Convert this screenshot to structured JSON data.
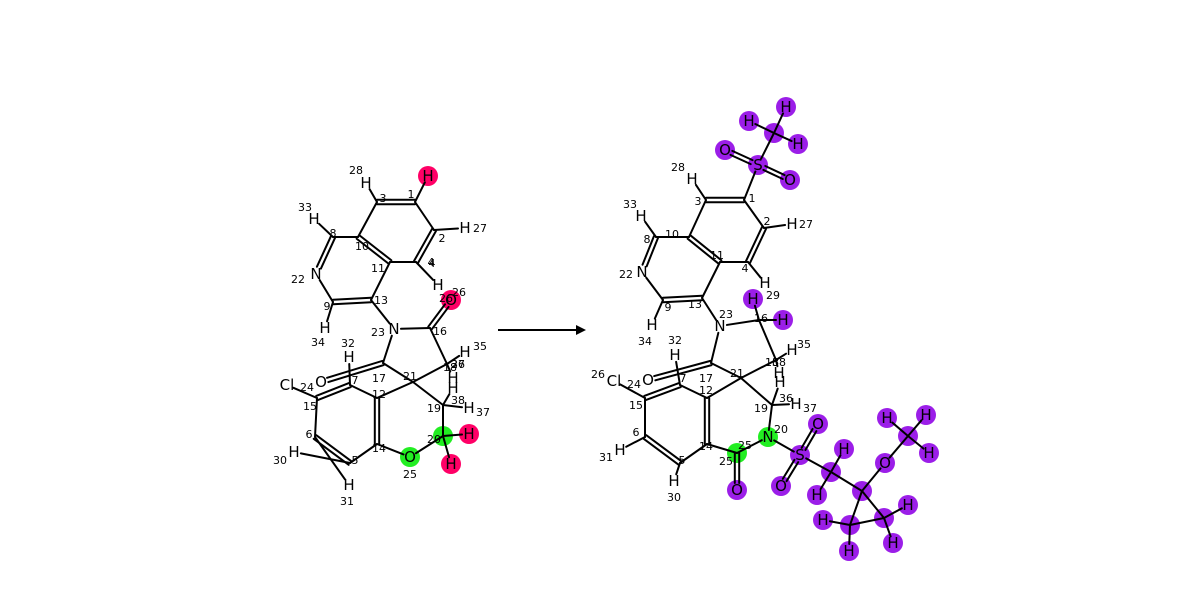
{
  "colors": {
    "removed": "#ff0066",
    "reaction_center": "#22ee22",
    "added": "#9b1ee8",
    "bond": "#000000",
    "background": "#ffffff"
  },
  "reactant": {
    "atoms": [
      {
        "id": "r1",
        "sym": "",
        "idx": "1",
        "hl": null
      },
      {
        "id": "r2",
        "sym": "",
        "idx": "2",
        "hl": null
      },
      {
        "id": "r3",
        "sym": "",
        "idx": "3",
        "hl": null
      },
      {
        "id": "r4",
        "sym": "",
        "idx": "4",
        "hl": null
      },
      {
        "id": "r5",
        "sym": "",
        "idx": "5",
        "hl": null
      },
      {
        "id": "r6",
        "sym": "",
        "idx": "6",
        "hl": null
      },
      {
        "id": "r7",
        "sym": "",
        "idx": "7",
        "hl": null
      },
      {
        "id": "r8",
        "sym": "",
        "idx": "8",
        "hl": null
      },
      {
        "id": "r9",
        "sym": "",
        "idx": "9",
        "hl": null
      },
      {
        "id": "r10",
        "sym": "",
        "idx": "10",
        "hl": null
      },
      {
        "id": "r11",
        "sym": "",
        "idx": "11",
        "hl": null
      },
      {
        "id": "r12",
        "sym": "",
        "idx": "12",
        "hl": null
      },
      {
        "id": "r13",
        "sym": "",
        "idx": "13",
        "hl": null
      },
      {
        "id": "r14",
        "sym": "",
        "idx": "14",
        "hl": null
      },
      {
        "id": "r15",
        "sym": "",
        "idx": "15",
        "hl": null
      },
      {
        "id": "r16",
        "sym": "",
        "idx": "16",
        "hl": null
      },
      {
        "id": "r17",
        "sym": "",
        "idx": "17",
        "hl": null
      },
      {
        "id": "r18",
        "sym": "",
        "idx": "18",
        "hl": null
      },
      {
        "id": "r19",
        "sym": "",
        "idx": "19",
        "hl": null
      },
      {
        "id": "r20",
        "sym": "",
        "idx": "20",
        "hl": "reaction_center"
      },
      {
        "id": "r21",
        "sym": "",
        "idx": "21",
        "hl": null
      },
      {
        "id": "r22",
        "sym": "N",
        "idx": "22",
        "hl": null
      },
      {
        "id": "r23",
        "sym": "N",
        "idx": "23",
        "hl": null
      },
      {
        "id": "r24",
        "sym": "Cl",
        "idx": "24",
        "hl": null
      },
      {
        "id": "r25",
        "sym": "O",
        "idx": "25",
        "hl": "reaction_center"
      },
      {
        "id": "r26",
        "sym": "O",
        "idx": "26",
        "hl": "removed"
      },
      {
        "id": "r27",
        "sym": "O",
        "idx": "",
        "hl": null
      },
      {
        "id": "r28",
        "sym": "H",
        "idx": "27",
        "hl": null
      },
      {
        "id": "r29",
        "sym": "H",
        "idx": "28",
        "hl": null
      },
      {
        "id": "r30",
        "sym": "H",
        "idx": "",
        "hl": "removed"
      },
      {
        "id": "r31",
        "sym": "H",
        "idx": "30",
        "hl": null
      },
      {
        "id": "r32",
        "sym": "H",
        "idx": "31",
        "hl": null
      },
      {
        "id": "r33",
        "sym": "H",
        "idx": "32",
        "hl": null
      },
      {
        "id": "r34",
        "sym": "H",
        "idx": "33",
        "hl": null
      },
      {
        "id": "r35",
        "sym": "H",
        "idx": "34",
        "hl": null
      },
      {
        "id": "r36",
        "sym": "H",
        "idx": "35",
        "hl": null
      },
      {
        "id": "r37",
        "sym": "H",
        "idx": "36",
        "hl": null
      },
      {
        "id": "r38",
        "sym": "H",
        "idx": "37",
        "hl": null
      },
      {
        "id": "r39",
        "sym": "H",
        "idx": "38",
        "hl": null
      },
      {
        "id": "r40",
        "sym": "H",
        "idx": "",
        "hl": "removed"
      },
      {
        "id": "r41",
        "sym": "H",
        "idx": "",
        "hl": "removed"
      },
      {
        "id": "r42",
        "sym": "H",
        "idx": "4",
        "hl": null
      }
    ],
    "extra_labels": [
      {
        "id": "rl26",
        "text": "26"
      },
      {
        "id": "rl27",
        "text": "27"
      }
    ]
  },
  "product": {
    "atoms": [
      {
        "id": "p1",
        "sym": "",
        "idx": "1",
        "hl": null
      },
      {
        "id": "p2",
        "sym": "",
        "idx": "2",
        "hl": null
      },
      {
        "id": "p3",
        "sym": "",
        "idx": "3",
        "hl": null
      },
      {
        "id": "p4",
        "sym": "",
        "idx": "4",
        "hl": null
      },
      {
        "id": "p5",
        "sym": "",
        "idx": "5",
        "hl": null
      },
      {
        "id": "p6",
        "sym": "",
        "idx": "6",
        "hl": null
      },
      {
        "id": "p7",
        "sym": "",
        "idx": "7",
        "hl": null
      },
      {
        "id": "p8",
        "sym": "",
        "idx": "8",
        "hl": null
      },
      {
        "id": "p9",
        "sym": "",
        "idx": "9",
        "hl": null
      },
      {
        "id": "p10",
        "sym": "",
        "idx": "10",
        "hl": null
      },
      {
        "id": "p11",
        "sym": "",
        "idx": "11",
        "hl": null
      },
      {
        "id": "p12",
        "sym": "",
        "idx": "12",
        "hl": null
      },
      {
        "id": "p13",
        "sym": "",
        "idx": "13",
        "hl": null
      },
      {
        "id": "p14",
        "sym": "",
        "idx": "14",
        "hl": null
      },
      {
        "id": "p15",
        "sym": "",
        "idx": "15",
        "hl": null
      },
      {
        "id": "p16",
        "sym": "",
        "idx": "16",
        "hl": null
      },
      {
        "id": "p17",
        "sym": "",
        "idx": "17",
        "hl": null
      },
      {
        "id": "p18",
        "sym": "",
        "idx": "18",
        "hl": null
      },
      {
        "id": "p19",
        "sym": "",
        "idx": "19",
        "hl": null
      },
      {
        "id": "p20",
        "sym": "N",
        "idx": "20",
        "hl": "reaction_center"
      },
      {
        "id": "p21",
        "sym": "",
        "idx": "21",
        "hl": null
      },
      {
        "id": "p22",
        "sym": "N",
        "idx": "22",
        "hl": null
      },
      {
        "id": "p23",
        "sym": "N",
        "idx": "23",
        "hl": null
      },
      {
        "id": "p24",
        "sym": "Cl",
        "idx": "24",
        "hl": null
      },
      {
        "id": "p25",
        "sym": "",
        "idx": "25",
        "hl": "reaction_center"
      },
      {
        "id": "p25o",
        "sym": "O",
        "idx": "",
        "hl": "added"
      },
      {
        "id": "p26",
        "sym": "O",
        "idx": "",
        "hl": null
      },
      {
        "id": "p27",
        "sym": "H",
        "idx": "27",
        "hl": null
      },
      {
        "id": "p28",
        "sym": "H",
        "idx": "28",
        "hl": null
      },
      {
        "id": "p29",
        "sym": "H",
        "idx": "29",
        "hl": "added"
      },
      {
        "id": "p30",
        "sym": "H",
        "idx": "30",
        "hl": null
      },
      {
        "id": "p31",
        "sym": "H",
        "idx": "31",
        "hl": null
      },
      {
        "id": "p32",
        "sym": "H",
        "idx": "32",
        "hl": null
      },
      {
        "id": "p33",
        "sym": "H",
        "idx": "33",
        "hl": null
      },
      {
        "id": "p34",
        "sym": "H",
        "idx": "34",
        "hl": null
      },
      {
        "id": "p35",
        "sym": "H",
        "idx": "35",
        "hl": null
      },
      {
        "id": "p36",
        "sym": "H",
        "idx": "36",
        "hl": null
      },
      {
        "id": "p37",
        "sym": "H",
        "idx": "37",
        "hl": null
      },
      {
        "id": "p38",
        "sym": "H",
        "idx": "38",
        "hl": null
      },
      {
        "id": "p4h",
        "sym": "H",
        "idx": "",
        "hl": null
      },
      {
        "id": "p16h",
        "sym": "H",
        "idx": "",
        "hl": "added"
      },
      {
        "id": "pS1",
        "sym": "S",
        "idx": "",
        "hl": "added"
      },
      {
        "id": "pS1o1",
        "sym": "O",
        "idx": "",
        "hl": "added"
      },
      {
        "id": "pS1o2",
        "sym": "O",
        "idx": "",
        "hl": "added"
      },
      {
        "id": "pMe1",
        "sym": "",
        "idx": "",
        "hl": "added"
      },
      {
        "id": "pMe1h1",
        "sym": "H",
        "idx": "",
        "hl": "added"
      },
      {
        "id": "pMe1h2",
        "sym": "H",
        "idx": "",
        "hl": "added"
      },
      {
        "id": "pMe1h3",
        "sym": "H",
        "idx": "",
        "hl": "added"
      },
      {
        "id": "pS2",
        "sym": "S",
        "idx": "",
        "hl": "added"
      },
      {
        "id": "pS2o1",
        "sym": "O",
        "idx": "",
        "hl": "added"
      },
      {
        "id": "pS2o2",
        "sym": "O",
        "idx": "",
        "hl": "added"
      },
      {
        "id": "pCa",
        "sym": "",
        "idx": "",
        "hl": "added"
      },
      {
        "id": "pCah1",
        "sym": "H",
        "idx": "",
        "hl": "added"
      },
      {
        "id": "pCah2",
        "sym": "H",
        "idx": "",
        "hl": "added"
      },
      {
        "id": "pCq",
        "sym": "",
        "idx": "",
        "hl": "added"
      },
      {
        "id": "pOm",
        "sym": "O",
        "idx": "",
        "hl": "added"
      },
      {
        "id": "pMe2",
        "sym": "",
        "idx": "",
        "hl": "added"
      },
      {
        "id": "pMe2h1",
        "sym": "H",
        "idx": "",
        "hl": "added"
      },
      {
        "id": "pMe2h2",
        "sym": "H",
        "idx": "",
        "hl": "added"
      },
      {
        "id": "pMe2h3",
        "sym": "H",
        "idx": "",
        "hl": "added"
      },
      {
        "id": "pCp1",
        "sym": "",
        "idx": "",
        "hl": "added"
      },
      {
        "id": "pCp1h1",
        "sym": "H",
        "idx": "",
        "hl": "added"
      },
      {
        "id": "pCp1h2",
        "sym": "H",
        "idx": "",
        "hl": "added"
      },
      {
        "id": "pCp2",
        "sym": "",
        "idx": "",
        "hl": "added"
      },
      {
        "id": "pCp2h1",
        "sym": "H",
        "idx": "",
        "hl": "added"
      },
      {
        "id": "pCp2h2",
        "sym": "H",
        "idx": "",
        "hl": "added"
      }
    ],
    "extra_labels": [
      {
        "id": "pl26",
        "text": "26"
      },
      {
        "id": "pl25",
        "text": "25"
      }
    ]
  }
}
